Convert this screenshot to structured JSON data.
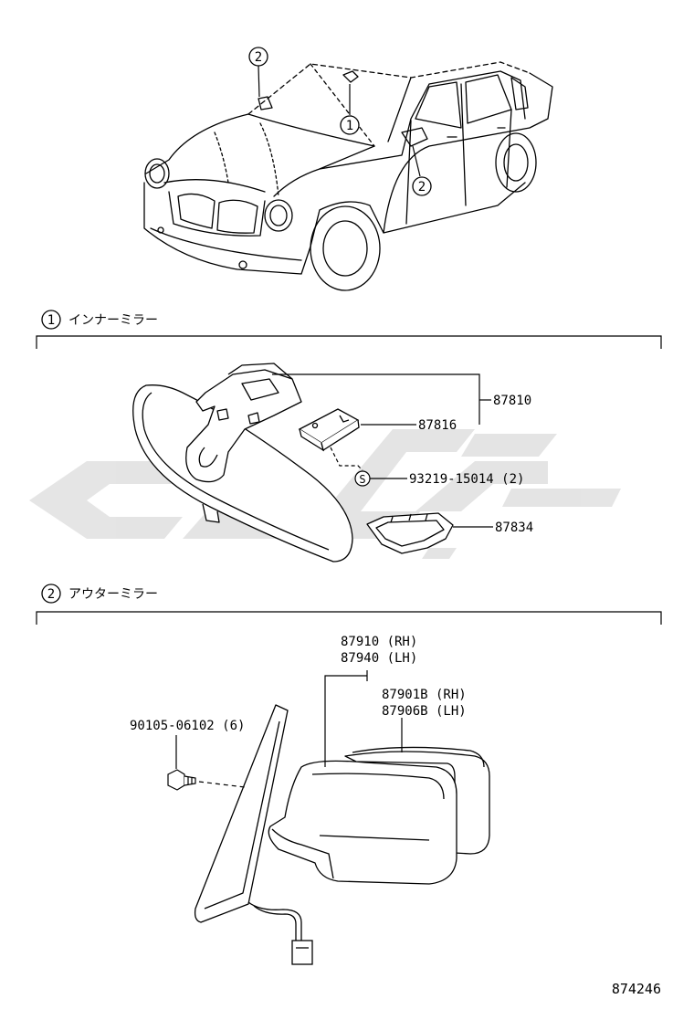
{
  "diagram_id": "874246",
  "callouts": {
    "one": "1",
    "two": "2"
  },
  "sections": [
    {
      "number": "1",
      "title": "インナーミラー"
    },
    {
      "number": "2",
      "title": "アウターミラー"
    }
  ],
  "inner_parts": {
    "assembly": "87810",
    "holder": "87816",
    "screw_symbol": "S",
    "screw": "93219-15014 (2)",
    "cover": "87834"
  },
  "outer_parts": {
    "mirror_rh": "87910 (RH)",
    "mirror_lh": "87940 (LH)",
    "glass_rh": "87901B (RH)",
    "glass_lh": "87906B (LH)",
    "bolt": "90105-06102 (6)"
  },
  "colors": {
    "line": "#000000",
    "watermark": "#e0e0e0"
  }
}
